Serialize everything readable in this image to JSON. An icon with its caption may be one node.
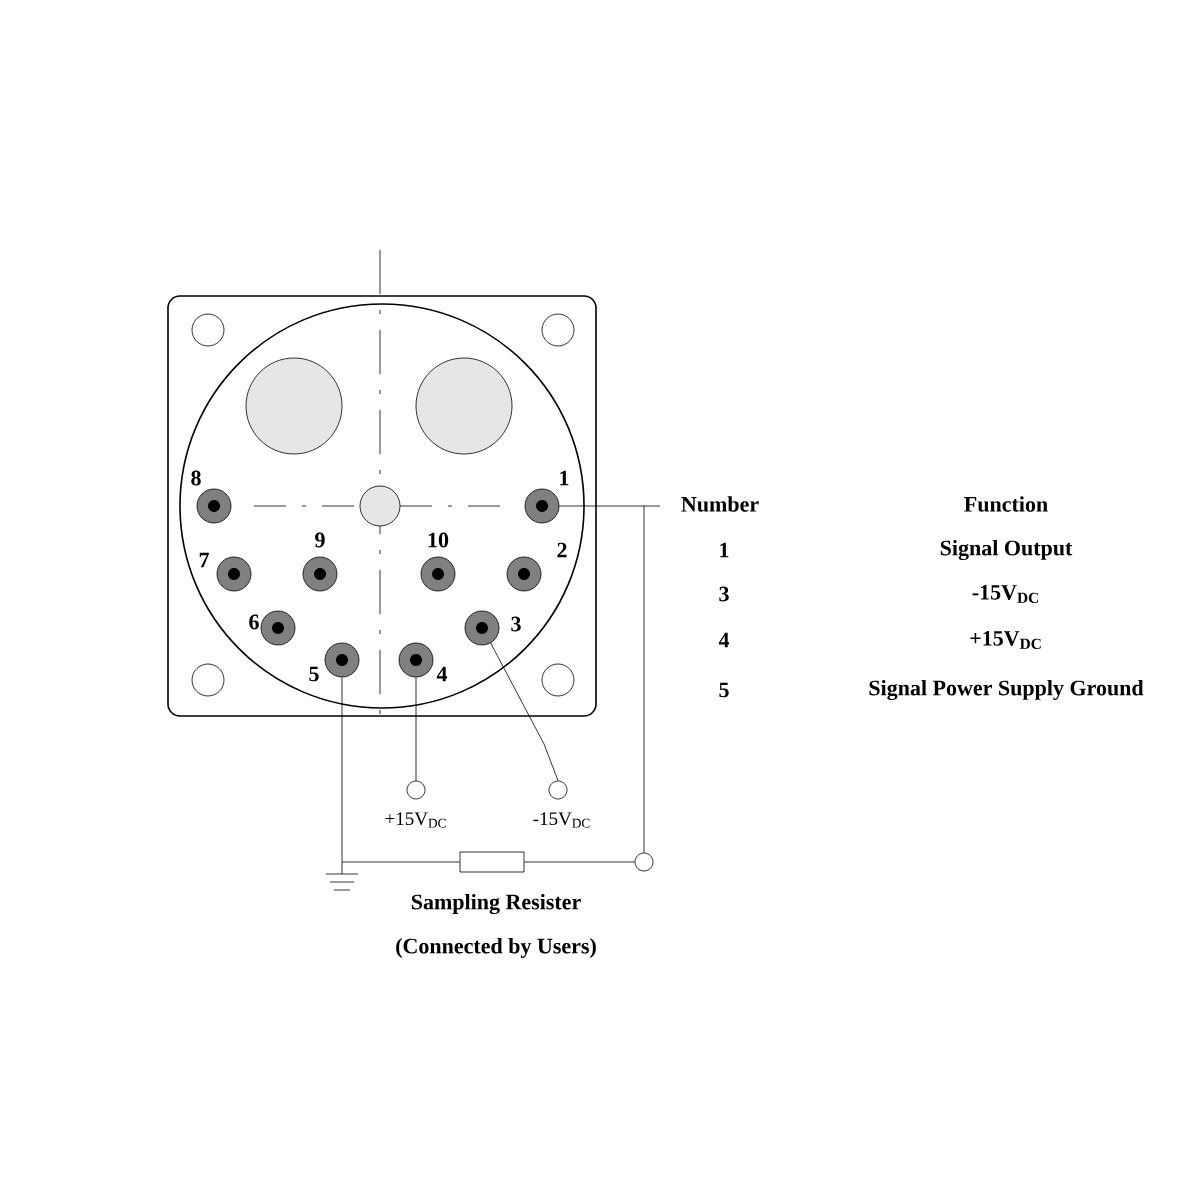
{
  "diagram": {
    "nodes": [
      {
        "text": [],
        "shape": "box"
      },
      {
        "text": [],
        "shape": "circle",
        "in": 0
      },
      {
        "text": [],
        "shape": "circle",
        "in": 1,
        "beside": [
          "1"
        ]
      },
      {
        "text": [],
        "shape": "circle",
        "in": 1,
        "beside": [
          "2"
        ]
      },
      {
        "text": [],
        "shape": "circle",
        "in": 1,
        "beside": [
          "3"
        ]
      },
      {
        "text": [],
        "shape": "circle",
        "in": 1,
        "beside": [
          "4"
        ]
      },
      {
        "text": [],
        "shape": "circle",
        "in": 1,
        "beside": [
          "5"
        ]
      },
      {
        "text": [],
        "shape": "circle",
        "in": 1,
        "beside": [
          "6"
        ]
      },
      {
        "text": [],
        "shape": "circle",
        "in": 1,
        "beside": [
          "7"
        ]
      },
      {
        "text": [],
        "shape": "circle",
        "in": 1,
        "beside": [
          "8"
        ]
      },
      {
        "text": [],
        "shape": "circle",
        "in": 1,
        "beside": [
          "9"
        ]
      },
      {
        "text": [],
        "shape": "circle",
        "in": 1,
        "beside": [
          "10"
        ]
      },
      {
        "text": [],
        "shape": "circle",
        "beside": [
          "+15V$_{DC}$"
        ]
      },
      {
        "text": [],
        "shape": "circle",
        "beside": [
          "-15V$_{DC}$"
        ]
      },
      {
        "text": [],
        "shape": "circle"
      },
      {
        "text": [],
        "shape": "box",
        "beside": [
          "Sampling Resister",
          "(Connected by Users)"
        ]
      },
      {
        "text": [],
        "shape": "ground"
      }
    ],
    "edges": [
      {
        "from": 6,
        "to": 16,
        "arrow": "none"
      },
      {
        "from": 5,
        "to": 12,
        "arrow": "none"
      },
      {
        "from": 4,
        "to": 13,
        "arrow": "none"
      },
      {
        "from": 2,
        "to": 14,
        "arrow": "none"
      },
      {
        "from": 14,
        "to": 15,
        "arrow": "none"
      },
      {
        "from": 15,
        "to": 16,
        "arrow": "none"
      }
    ],
    "labels": [
      "Number",
      "Function",
      "1",
      "Signal Output",
      "3",
      "-15V$_{DC}$",
      "4",
      "+15V$_{DC}$",
      "5",
      "Signal Power Supply Ground"
    ]
  }
}
